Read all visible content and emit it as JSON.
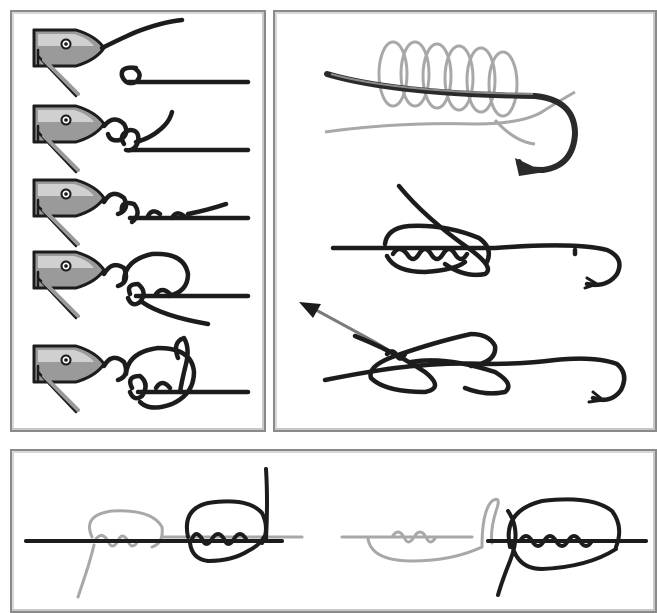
{
  "figure": {
    "panels": [
      {
        "id": "lure-loop-knot-steps",
        "step_count": 5
      },
      {
        "id": "hook-knot-steps",
        "step_count": 3
      },
      {
        "id": "line-to-line-knot-steps",
        "step_count": 2
      }
    ],
    "colors": {
      "background": "#ffffff",
      "line_dark": "#1c1c1c",
      "line_light": "#a8a8a8",
      "panel_border": "#8a8a8a",
      "lure_head": "#9a9a9a"
    },
    "icons": [
      "lure-head-icon",
      "hook-icon",
      "direction-arrow-icon"
    ]
  }
}
